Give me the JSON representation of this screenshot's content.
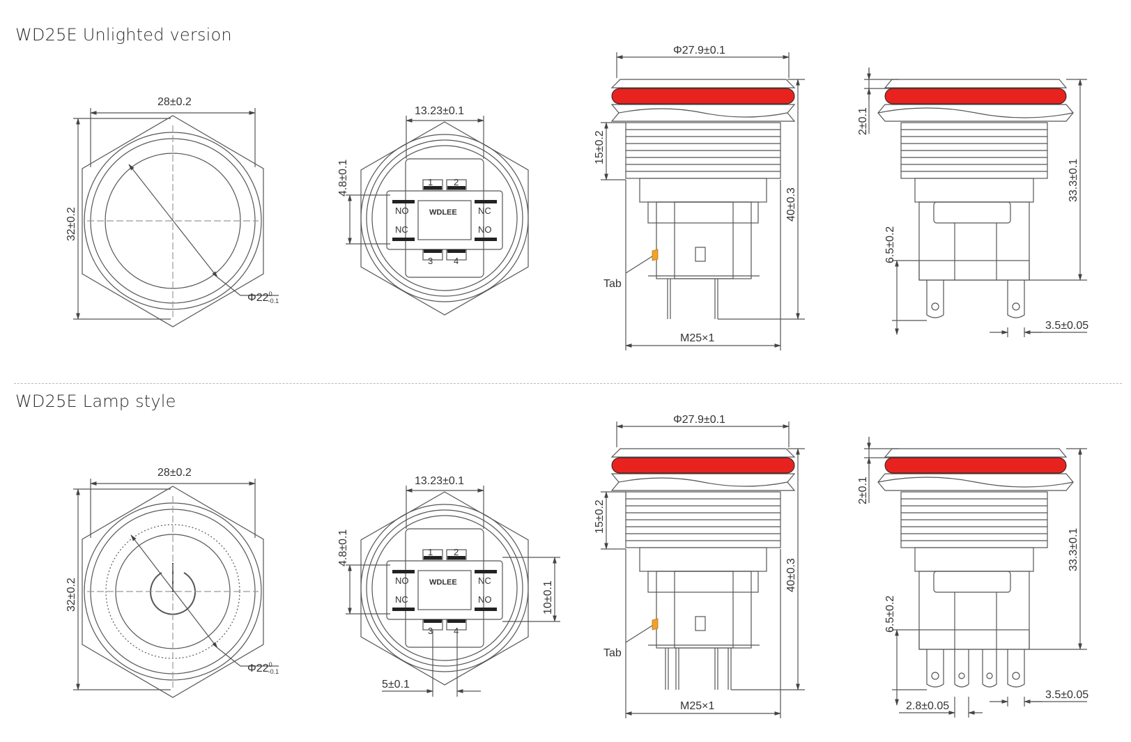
{
  "sections": [
    {
      "title": "WD25E Unlighted version",
      "front": {
        "width": "28±0.2",
        "height": "32±0.2",
        "diameter_main": "Φ22",
        "diameter_sup": "0",
        "diameter_sub": "-0.1"
      },
      "rear": {
        "width": "13.23±0.1",
        "pitch": "4.8±0.1",
        "brand": "WDLEE",
        "pins": [
          "1",
          "2",
          "3",
          "4"
        ],
        "contacts": [
          "NO",
          "NC",
          "NC",
          "NO"
        ]
      },
      "side": {
        "diameter": "Φ27.9±0.1",
        "thread_len": "15±0.2",
        "total": "40±0.3",
        "thread": "M25×1",
        "tab": "Tab"
      },
      "side2": {
        "bezel": "2±0.1",
        "body": "33.3±0.1",
        "terminal": "6.5±0.2",
        "term_w": "3.5±0.05"
      }
    },
    {
      "title": "WD25E Lamp style",
      "front": {
        "width": "28±0.2",
        "height": "32±0.2",
        "diameter_main": "Φ22",
        "diameter_sup": "0",
        "diameter_sub": "-0.1"
      },
      "rear": {
        "width": "13.23±0.1",
        "pitch": "4.8±0.1",
        "lamp_pitch": "10±0.1",
        "lamp_gap": "5±0.1",
        "brand": "WDLEE",
        "pins": [
          "1",
          "2",
          "3",
          "4"
        ],
        "contacts": [
          "NO",
          "NC",
          "NC",
          "NO"
        ]
      },
      "side": {
        "diameter": "Φ27.9±0.1",
        "thread_len": "15±0.2",
        "total": "40±0.3",
        "thread": "M25×1",
        "tab": "Tab"
      },
      "side2": {
        "bezel": "2±0.1",
        "body": "33.3±0.1",
        "terminal": "6.5±0.2",
        "term_w": "3.5±0.05",
        "lamp_term_w": "2.8±0.05"
      }
    }
  ],
  "colors": {
    "ring": "#e8231f",
    "tab": "#f0a22a",
    "line": "#555555"
  }
}
